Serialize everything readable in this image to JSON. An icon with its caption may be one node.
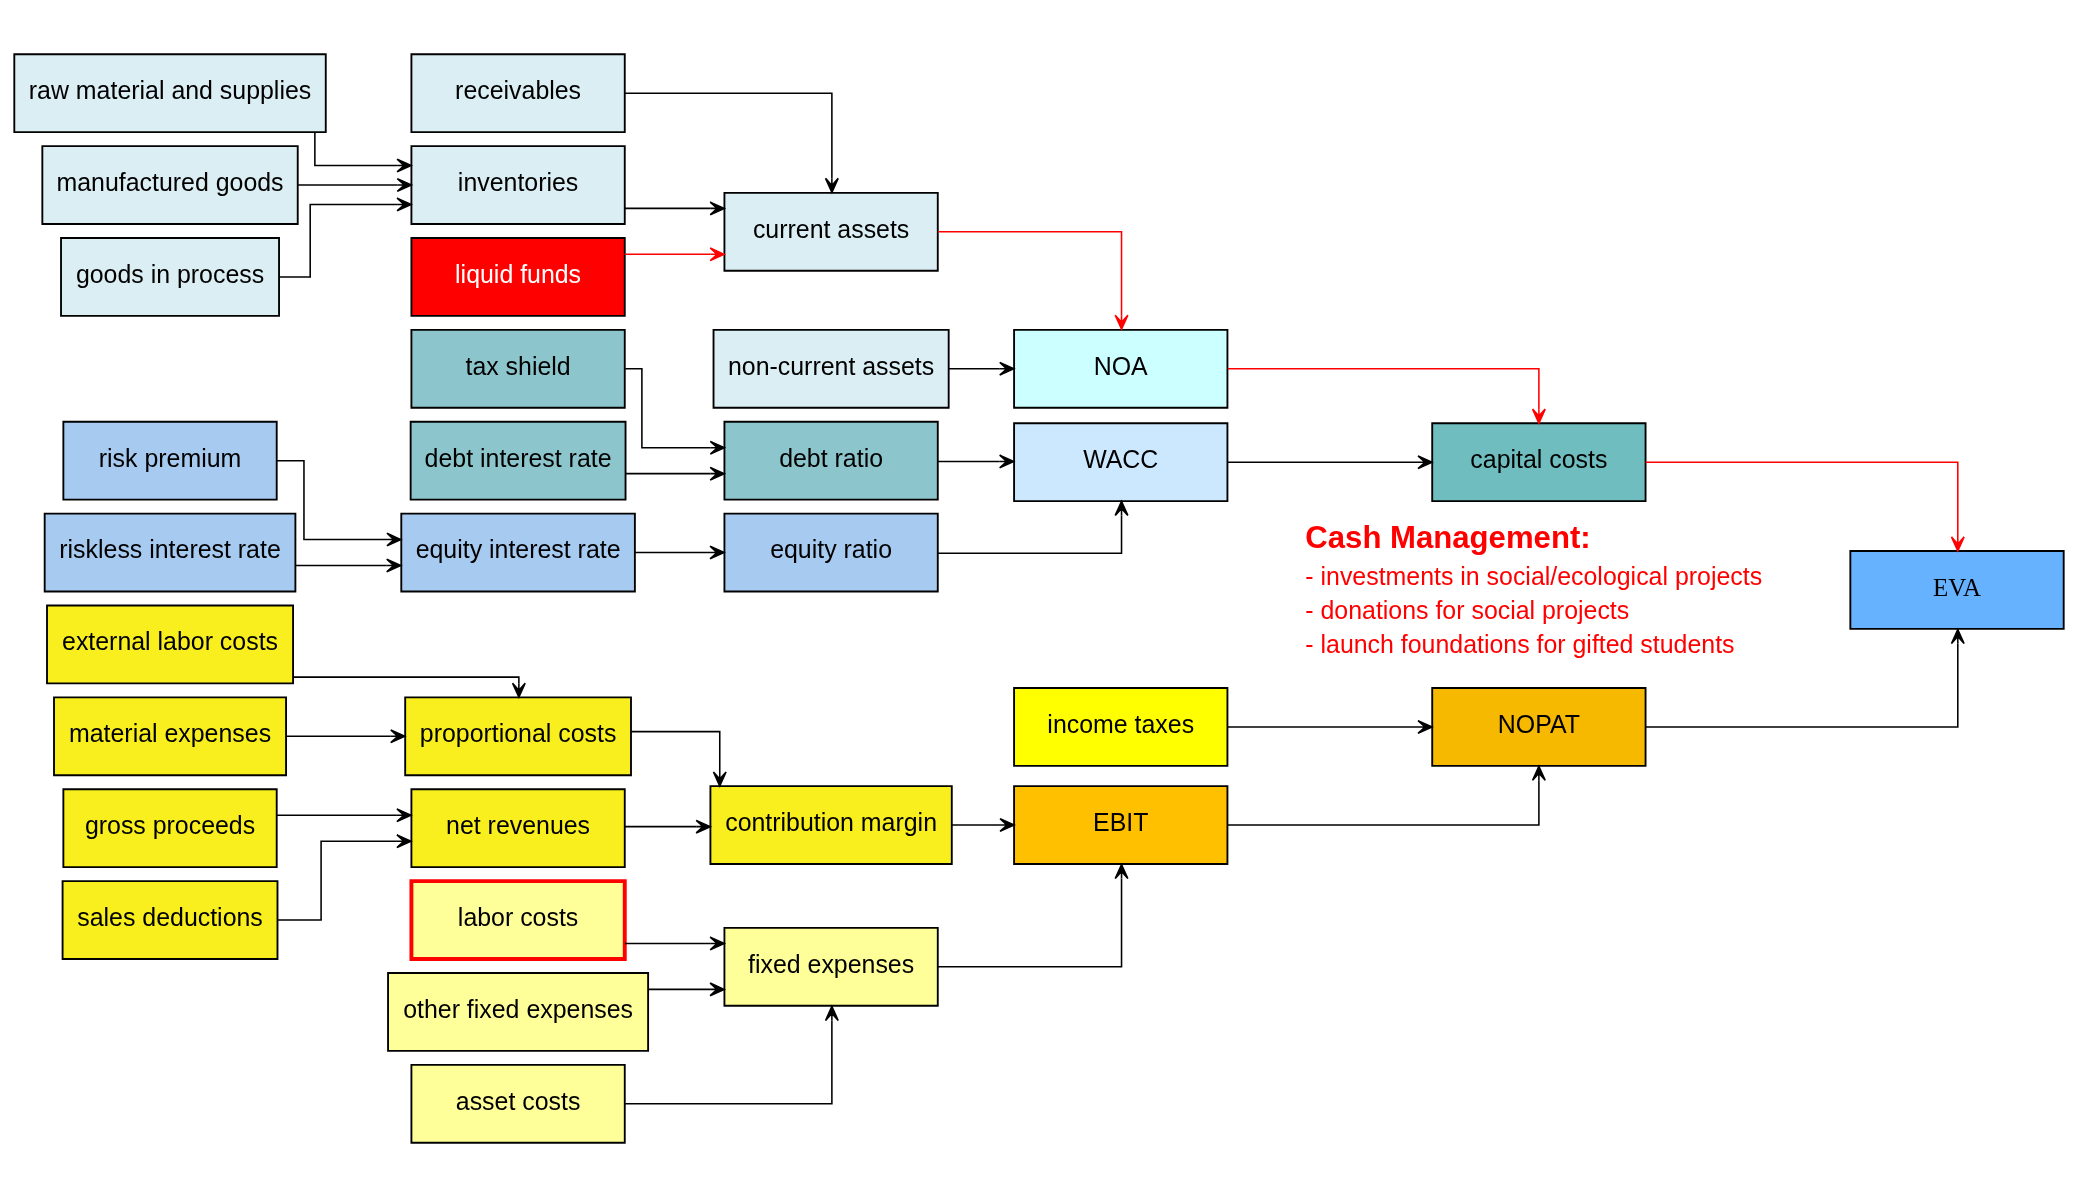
{
  "diagram": {
    "nodes": [
      {
        "text": [
          "gross proceeds"
        ]
      },
      {
        "text": [
          "sales deductions"
        ]
      },
      {
        "text": [
          "material expenses"
        ]
      },
      {
        "text": [
          "external labor costs"
        ]
      },
      {
        "text": [
          "raw material and supplies"
        ]
      },
      {
        "text": [
          "manufactured goods"
        ]
      },
      {
        "text": [
          "goods in process"
        ]
      },
      {
        "text": [
          "riskless interest rate"
        ]
      },
      {
        "text": [
          "risk premium"
        ]
      },
      {
        "text": [
          "net revenues"
        ]
      },
      {
        "text": [
          "proportional costs"
        ]
      },
      {
        "text": [
          "asset costs"
        ]
      },
      {
        "text": [
          "labor costs"
        ]
      },
      {
        "text": [
          "other fixed expenses"
        ]
      },
      {
        "text": [
          "liquid funds"
        ]
      },
      {
        "text": [
          "receivables"
        ]
      },
      {
        "text": [
          "inventories"
        ]
      },
      {
        "text": [
          "debt interest rate"
        ]
      },
      {
        "text": [
          "tax shield"
        ]
      },
      {
        "text": [
          "equity interest rate"
        ]
      },
      {
        "text": [
          "contribution margin"
        ]
      },
      {
        "text": [
          "fixed expenses"
        ]
      },
      {
        "text": [
          "non-current assets"
        ]
      },
      {
        "text": [
          "current assets"
        ]
      },
      {
        "text": [
          "debt ratio"
        ]
      },
      {
        "text": [
          "equity ratio"
        ]
      },
      {
        "text": [
          "EBIT"
        ]
      },
      {
        "text": [
          "income taxes"
        ]
      },
      {
        "text": [
          "NOA"
        ]
      },
      {
        "text": [
          "WACC"
        ]
      },
      {
        "text": [
          "NOPAT"
        ]
      },
      {
        "text": [
          "capital costs"
        ]
      },
      {
        "text": [
          "EVA"
        ]
      }
    ],
    "edges": [
      {
        "from": 0,
        "to": 9,
        "arrow": "to"
      },
      {
        "from": 1,
        "to": 9,
        "arrow": "to"
      },
      {
        "from": 2,
        "to": 10,
        "arrow": "to"
      },
      {
        "from": 3,
        "to": 10,
        "arrow": "to"
      },
      {
        "from": 9,
        "to": 20,
        "arrow": "to"
      },
      {
        "from": 10,
        "to": 20,
        "arrow": "to"
      },
      {
        "from": 11,
        "to": 21,
        "arrow": "to"
      },
      {
        "from": 12,
        "to": 21,
        "arrow": "to"
      },
      {
        "from": 13,
        "to": 21,
        "arrow": "to"
      },
      {
        "from": 20,
        "to": 26,
        "arrow": "to"
      },
      {
        "from": 21,
        "to": 26,
        "arrow": "to"
      },
      {
        "from": 26,
        "to": 30,
        "arrow": "to"
      },
      {
        "from": 27,
        "to": 30,
        "arrow": "to"
      },
      {
        "from": 30,
        "to": 32,
        "arrow": "to"
      },
      {
        "from": 4,
        "to": 16,
        "arrow": "to"
      },
      {
        "from": 5,
        "to": 16,
        "arrow": "to"
      },
      {
        "from": 6,
        "to": 16,
        "arrow": "to"
      },
      {
        "from": 14,
        "to": 23,
        "arrow": "to",
        "color": "#ff0000"
      },
      {
        "from": 15,
        "to": 23,
        "arrow": "to"
      },
      {
        "from": 16,
        "to": 23,
        "arrow": "to"
      },
      {
        "from": 22,
        "to": 28,
        "arrow": "to"
      },
      {
        "from": 23,
        "to": 28,
        "arrow": "to",
        "color": "#ff0000"
      },
      {
        "from": 17,
        "to": 24,
        "arrow": "to"
      },
      {
        "from": 18,
        "to": 24,
        "arrow": "to"
      },
      {
        "from": 7,
        "to": 19,
        "arrow": "to"
      },
      {
        "from": 8,
        "to": 19,
        "arrow": "to"
      },
      {
        "from": 19,
        "to": 25,
        "arrow": "to"
      },
      {
        "from": 24,
        "to": 29,
        "arrow": "to"
      },
      {
        "from": 25,
        "to": 29,
        "arrow": "to"
      },
      {
        "from": 28,
        "to": 31,
        "arrow": "to",
        "color": "#ff0000"
      },
      {
        "from": 29,
        "to": 31,
        "arrow": "to"
      },
      {
        "from": 31,
        "to": 32,
        "arrow": "to",
        "color": "#ff0000"
      }
    ],
    "labels": [
      "Cash Management:",
      "- investments in social/ecological projects",
      "- donations for social projects",
      "- launch foundations for gifted students"
    ]
  }
}
